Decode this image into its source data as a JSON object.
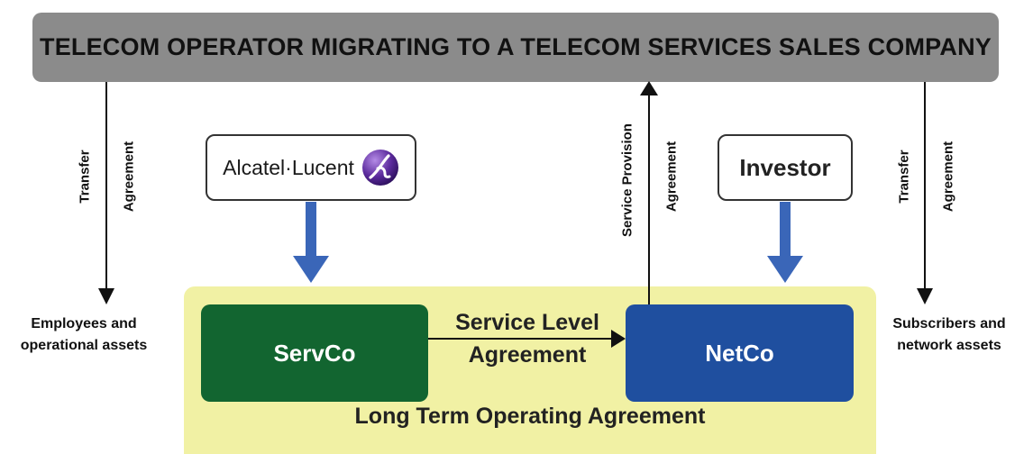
{
  "header": {
    "title": "TELECOM OPERATOR MIGRATING TO A TELECOM SERVICES SALES COMPANY"
  },
  "partners": {
    "vendor_logo_text": "Alcatel·Lucent",
    "investor": "Investor"
  },
  "entities": {
    "servco": "ServCo",
    "netco": "NetCo"
  },
  "relations": {
    "sla_line1": "Service Level",
    "sla_line2": "Agreement",
    "long_term": "Long Term Operating Agreement",
    "left_transfer": "Transfer",
    "left_agreement": "Agreement",
    "service_provision": "Service Provision",
    "center_agreement": "Agreement",
    "right_transfer": "Transfer",
    "right_agreement": "Agreement"
  },
  "outputs": {
    "left_line1": "Employees and",
    "left_line2": "operational assets",
    "right_line1": "Subscribers and",
    "right_line2": "network assets"
  },
  "colors": {
    "servco": "#126530",
    "netco": "#1f4f9f",
    "header": "#8b8b8b",
    "zone": "#f1f1a4",
    "blue_arrow": "#3a66b8"
  }
}
